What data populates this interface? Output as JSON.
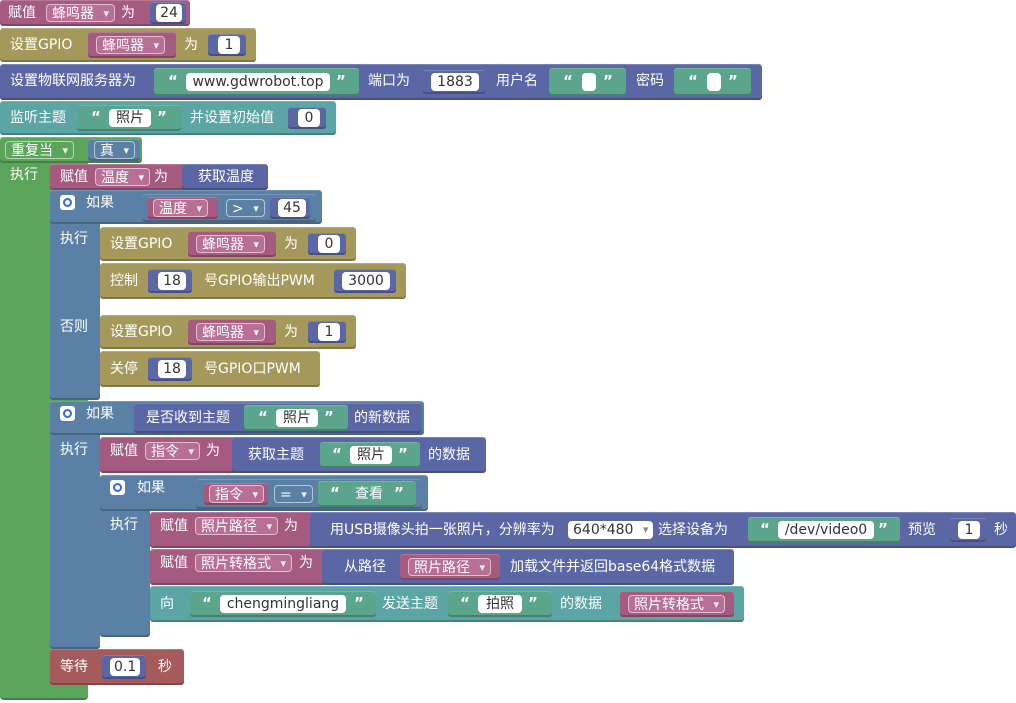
{
  "colors": {
    "variable": "#a55b80",
    "gpio": "#a5985b",
    "iot": "#5b67a5",
    "text": "#5ba58c",
    "loop": "#5ba55b",
    "logic": "#5b80a5",
    "time": "#a55b5b",
    "mqtt": "#5ba5a5"
  },
  "icons": {
    "gear": "gear-icon",
    "open_quote": "open-quote-icon",
    "close_quote": "close-quote-icon",
    "dropdown": "chevron-down-icon"
  },
  "assign": {
    "label": "赋值",
    "var": "蜂鸣器",
    "to": "为",
    "value": "24"
  },
  "gpio1": {
    "label": "设置GPIO",
    "var": "蜂鸣器",
    "to": "为",
    "value": "1"
  },
  "iot": {
    "label": "设置物联网服务器为",
    "server": "www.gdwrobot.top",
    "port_label": "端口为",
    "port": "1883",
    "user_label": "用户名",
    "user": "",
    "pass_label": "密码",
    "pass": ""
  },
  "listen": {
    "label": "监听主题",
    "topic": "照片",
    "init_label": "并设置初始值",
    "init": "0"
  },
  "loop": {
    "mode": "重复当",
    "cond": "真",
    "do": "执行"
  },
  "temp": {
    "label": "赋值",
    "var": "温度",
    "to": "为",
    "source": "获取温度"
  },
  "if1": {
    "label": "如果",
    "var": "温度",
    "op": ">",
    "value": "45",
    "then": "执行",
    "else": "否则"
  },
  "gpio0": {
    "label": "设置GPIO",
    "var": "蜂鸣器",
    "to": "为",
    "value": "0"
  },
  "pwm": {
    "label": "控制",
    "pin": "18",
    "text": "号GPIO输出PWM",
    "value": "3000"
  },
  "gpio1b": {
    "label": "设置GPIO",
    "var": "蜂鸣器",
    "to": "为",
    "value": "1"
  },
  "stop": {
    "label": "关停",
    "pin": "18",
    "text": "号GPIO口PWM"
  },
  "if2": {
    "label": "如果",
    "cond": "是否收到主题",
    "topic": "照片",
    "suffix": "的新数据",
    "then": "执行"
  },
  "cmd": {
    "label": "赋值",
    "var": "指令",
    "to": "为",
    "get": "获取主题",
    "topic": "照片",
    "suffix": "的数据"
  },
  "if3": {
    "label": "如果",
    "var": "指令",
    "op": "=",
    "value": "查看",
    "then": "执行"
  },
  "shot": {
    "label": "赋值",
    "var": "照片路径",
    "to": "为",
    "text": "用USB摄像头拍一张照片，分辨率为",
    "res": "640*480",
    "dev_label": "选择设备为",
    "dev": "/dev/video0",
    "preview": "预览",
    "sec": "1",
    "unit": "秒"
  },
  "conv": {
    "label": "赋值",
    "var": "照片转格式",
    "to": "为",
    "from": "从路径",
    "path": "照片路径",
    "text": "加载文件并返回base64格式数据"
  },
  "send": {
    "label": "向",
    "target": "chengmingliang",
    "topic_label": "发送主题",
    "topic": "拍照",
    "data_label": "的数据",
    "data": "照片转格式"
  },
  "wait": {
    "label": "等待",
    "value": "0.1",
    "unit": "秒"
  }
}
